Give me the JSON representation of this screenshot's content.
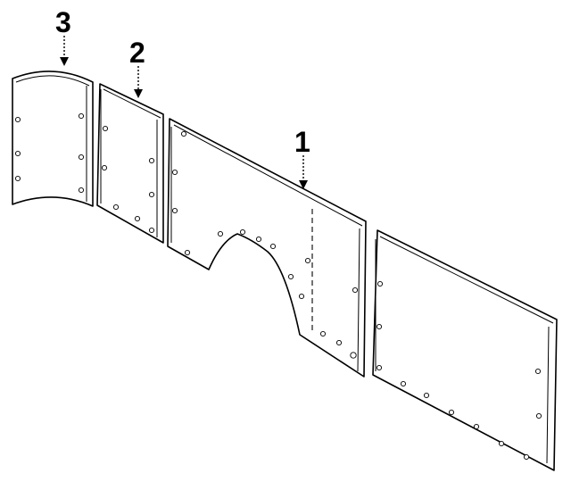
{
  "diagram": {
    "callouts": [
      {
        "id": "3",
        "label": "3"
      },
      {
        "id": "2",
        "label": "2"
      },
      {
        "id": "1",
        "label": "1"
      }
    ],
    "parts": [
      {
        "callout": "3",
        "name": "rear-curved-panel"
      },
      {
        "callout": "2",
        "name": "side-panel"
      },
      {
        "callout": "1",
        "name": "main-panel-with-wheel-cutout"
      },
      {
        "callout": "",
        "name": "right-panel"
      }
    ]
  },
  "colors": {
    "line": "#000000",
    "background": "#ffffff"
  }
}
